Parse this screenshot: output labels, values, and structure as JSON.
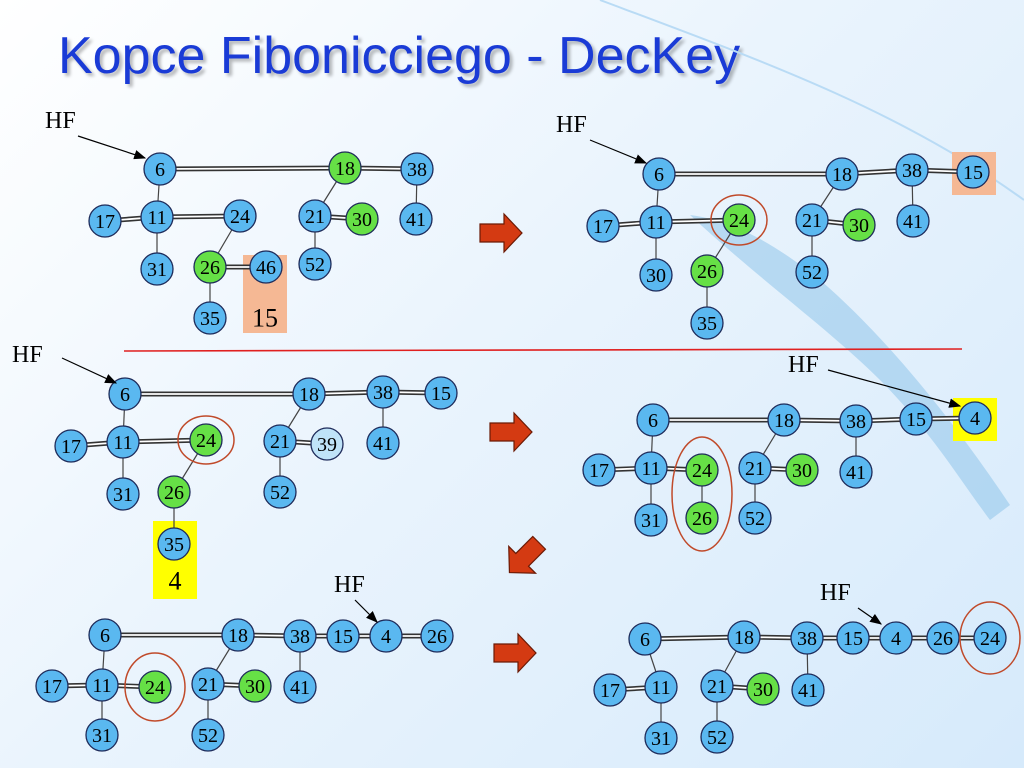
{
  "title": "Kopce Fibonicciego - DecKey",
  "colors": {
    "node_blue": "#5ab8f0",
    "node_green": "#66e046",
    "highlight_orange": "#f5b894",
    "highlight_yellow": "#ffff00",
    "circle_red": "#c04a2a",
    "separator": "#e02020",
    "arrow_red": "#d43a12",
    "title": "#1a3bd6"
  },
  "pointer_label": "HF",
  "panels": [
    {
      "id": "p1",
      "nodes": [
        {
          "id": "6",
          "label": "6",
          "color": "blue"
        },
        {
          "id": "18",
          "label": "18",
          "color": "green"
        },
        {
          "id": "38",
          "label": "38",
          "color": "blue"
        },
        {
          "id": "17",
          "label": "17",
          "color": "blue"
        },
        {
          "id": "11",
          "label": "11",
          "color": "blue"
        },
        {
          "id": "24",
          "label": "24",
          "color": "blue"
        },
        {
          "id": "21",
          "label": "21",
          "color": "blue"
        },
        {
          "id": "30",
          "label": "30",
          "color": "green"
        },
        {
          "id": "41",
          "label": "41",
          "color": "blue"
        },
        {
          "id": "31",
          "label": "31",
          "color": "blue"
        },
        {
          "id": "26",
          "label": "26",
          "color": "green"
        },
        {
          "id": "46",
          "label": "46",
          "color": "blue"
        },
        {
          "id": "52",
          "label": "52",
          "color": "blue"
        },
        {
          "id": "35",
          "label": "35",
          "color": "blue"
        }
      ],
      "key_label": "15"
    },
    {
      "id": "p2",
      "nodes": [
        {
          "id": "6",
          "label": "6",
          "color": "blue"
        },
        {
          "id": "18",
          "label": "18",
          "color": "blue"
        },
        {
          "id": "38",
          "label": "38",
          "color": "blue"
        },
        {
          "id": "15",
          "label": "15",
          "color": "blue"
        },
        {
          "id": "17",
          "label": "17",
          "color": "blue"
        },
        {
          "id": "11",
          "label": "11",
          "color": "blue"
        },
        {
          "id": "24",
          "label": "24",
          "color": "green"
        },
        {
          "id": "21",
          "label": "21",
          "color": "blue"
        },
        {
          "id": "30",
          "label": "30",
          "color": "green"
        },
        {
          "id": "41",
          "label": "41",
          "color": "blue"
        },
        {
          "id": "30b",
          "label": "30",
          "color": "blue"
        },
        {
          "id": "26",
          "label": "26",
          "color": "green"
        },
        {
          "id": "52",
          "label": "52",
          "color": "blue"
        },
        {
          "id": "35",
          "label": "35",
          "color": "blue"
        }
      ]
    },
    {
      "id": "p3",
      "nodes": [
        {
          "id": "6",
          "label": "6",
          "color": "blue"
        },
        {
          "id": "18",
          "label": "18",
          "color": "blue"
        },
        {
          "id": "38",
          "label": "38",
          "color": "blue"
        },
        {
          "id": "15",
          "label": "15",
          "color": "blue"
        },
        {
          "id": "17",
          "label": "17",
          "color": "blue"
        },
        {
          "id": "11",
          "label": "11",
          "color": "blue"
        },
        {
          "id": "24",
          "label": "24",
          "color": "green"
        },
        {
          "id": "21",
          "label": "21",
          "color": "blue"
        },
        {
          "id": "39",
          "label": "39",
          "color": "lightblue"
        },
        {
          "id": "41",
          "label": "41",
          "color": "blue"
        },
        {
          "id": "31",
          "label": "31",
          "color": "blue"
        },
        {
          "id": "26",
          "label": "26",
          "color": "green"
        },
        {
          "id": "52",
          "label": "52",
          "color": "blue"
        },
        {
          "id": "35",
          "label": "35",
          "color": "blue"
        }
      ],
      "key_label": "4"
    },
    {
      "id": "p4",
      "nodes": [
        {
          "id": "6",
          "label": "6",
          "color": "blue"
        },
        {
          "id": "18",
          "label": "18",
          "color": "blue"
        },
        {
          "id": "38",
          "label": "38",
          "color": "blue"
        },
        {
          "id": "15",
          "label": "15",
          "color": "blue"
        },
        {
          "id": "4",
          "label": "4",
          "color": "blue"
        },
        {
          "id": "17",
          "label": "17",
          "color": "blue"
        },
        {
          "id": "11",
          "label": "11",
          "color": "blue"
        },
        {
          "id": "24",
          "label": "24",
          "color": "green"
        },
        {
          "id": "21",
          "label": "21",
          "color": "blue"
        },
        {
          "id": "30",
          "label": "30",
          "color": "green"
        },
        {
          "id": "41",
          "label": "41",
          "color": "blue"
        },
        {
          "id": "31",
          "label": "31",
          "color": "blue"
        },
        {
          "id": "26",
          "label": "26",
          "color": "green"
        },
        {
          "id": "52",
          "label": "52",
          "color": "blue"
        }
      ]
    },
    {
      "id": "p5",
      "nodes": [
        {
          "id": "6",
          "label": "6",
          "color": "blue"
        },
        {
          "id": "18",
          "label": "18",
          "color": "blue"
        },
        {
          "id": "38",
          "label": "38",
          "color": "blue"
        },
        {
          "id": "15",
          "label": "15",
          "color": "blue"
        },
        {
          "id": "4",
          "label": "4",
          "color": "blue"
        },
        {
          "id": "26",
          "label": "26",
          "color": "blue"
        },
        {
          "id": "17",
          "label": "17",
          "color": "blue"
        },
        {
          "id": "11",
          "label": "11",
          "color": "blue"
        },
        {
          "id": "24",
          "label": "24",
          "color": "green"
        },
        {
          "id": "21",
          "label": "21",
          "color": "blue"
        },
        {
          "id": "30",
          "label": "30",
          "color": "green"
        },
        {
          "id": "41",
          "label": "41",
          "color": "blue"
        },
        {
          "id": "31",
          "label": "31",
          "color": "blue"
        },
        {
          "id": "52",
          "label": "52",
          "color": "blue"
        }
      ]
    },
    {
      "id": "p6",
      "nodes": [
        {
          "id": "6",
          "label": "6",
          "color": "blue"
        },
        {
          "id": "18",
          "label": "18",
          "color": "blue"
        },
        {
          "id": "38",
          "label": "38",
          "color": "blue"
        },
        {
          "id": "15",
          "label": "15",
          "color": "blue"
        },
        {
          "id": "4",
          "label": "4",
          "color": "blue"
        },
        {
          "id": "26",
          "label": "26",
          "color": "blue"
        },
        {
          "id": "24",
          "label": "24",
          "color": "blue"
        },
        {
          "id": "17",
          "label": "17",
          "color": "blue"
        },
        {
          "id": "11",
          "label": "11",
          "color": "blue"
        },
        {
          "id": "21",
          "label": "21",
          "color": "blue"
        },
        {
          "id": "30",
          "label": "30",
          "color": "green"
        },
        {
          "id": "41",
          "label": "41",
          "color": "blue"
        },
        {
          "id": "31",
          "label": "31",
          "color": "blue"
        },
        {
          "id": "52",
          "label": "52",
          "color": "blue"
        }
      ]
    }
  ]
}
